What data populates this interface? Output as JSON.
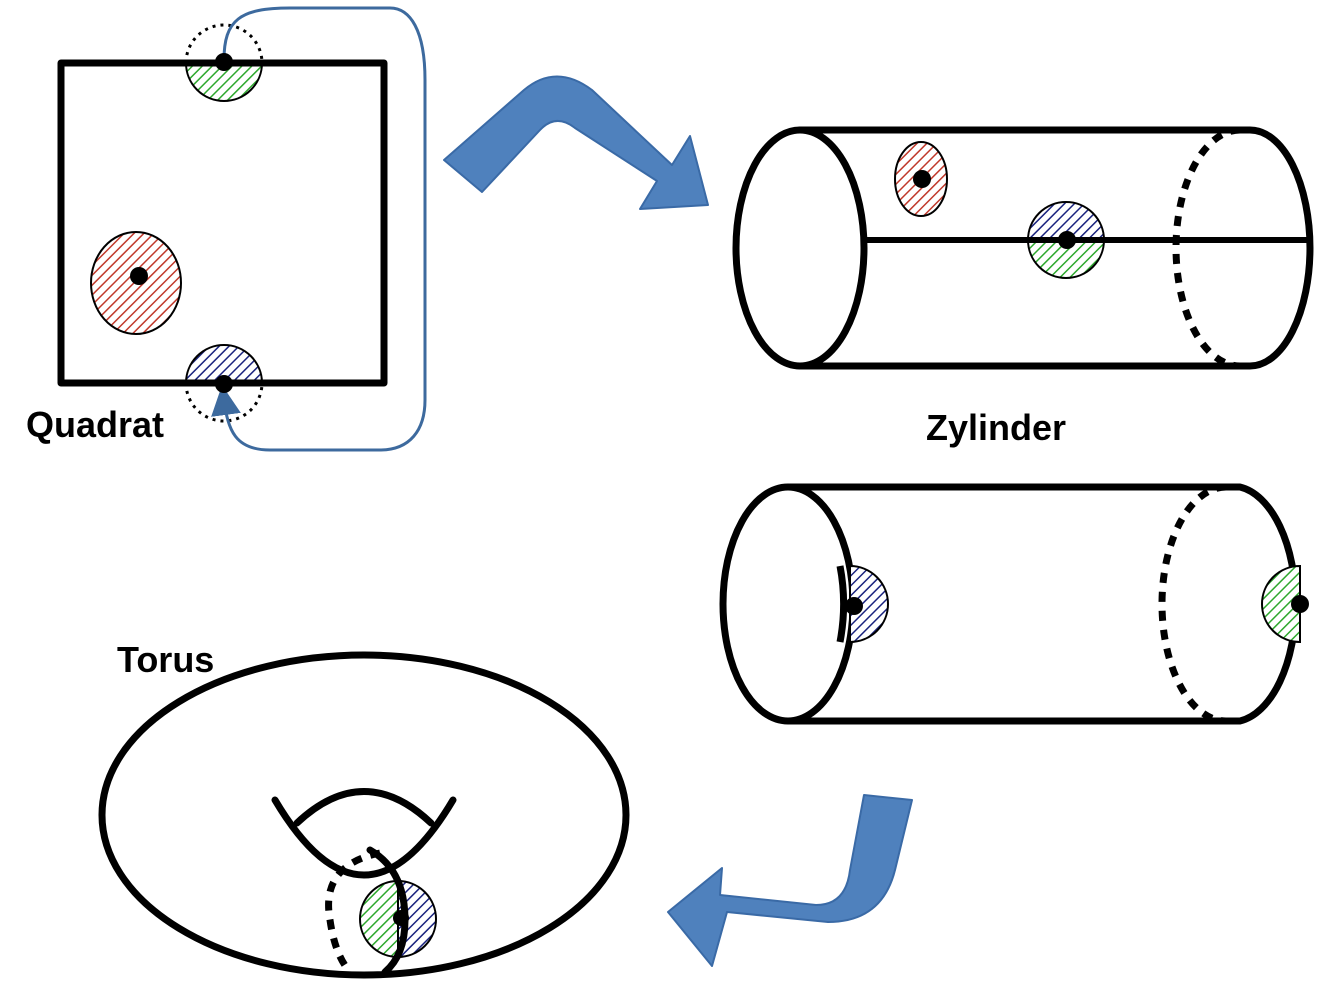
{
  "labels": {
    "square": "Quadrat",
    "cylinder": "Zylinder",
    "torus": "Torus"
  },
  "colors": {
    "red": "#c0392b",
    "green": "#2ea82e",
    "blue": "#1a237e",
    "arrow_fill": "#4f81bd",
    "arrow_stroke": "#3a6aa6",
    "connector": "#3d6a9e"
  },
  "icons": {
    "arrow_right": "curved-arrow-right-icon",
    "arrow_down_left": "curved-arrow-down-left-icon"
  }
}
